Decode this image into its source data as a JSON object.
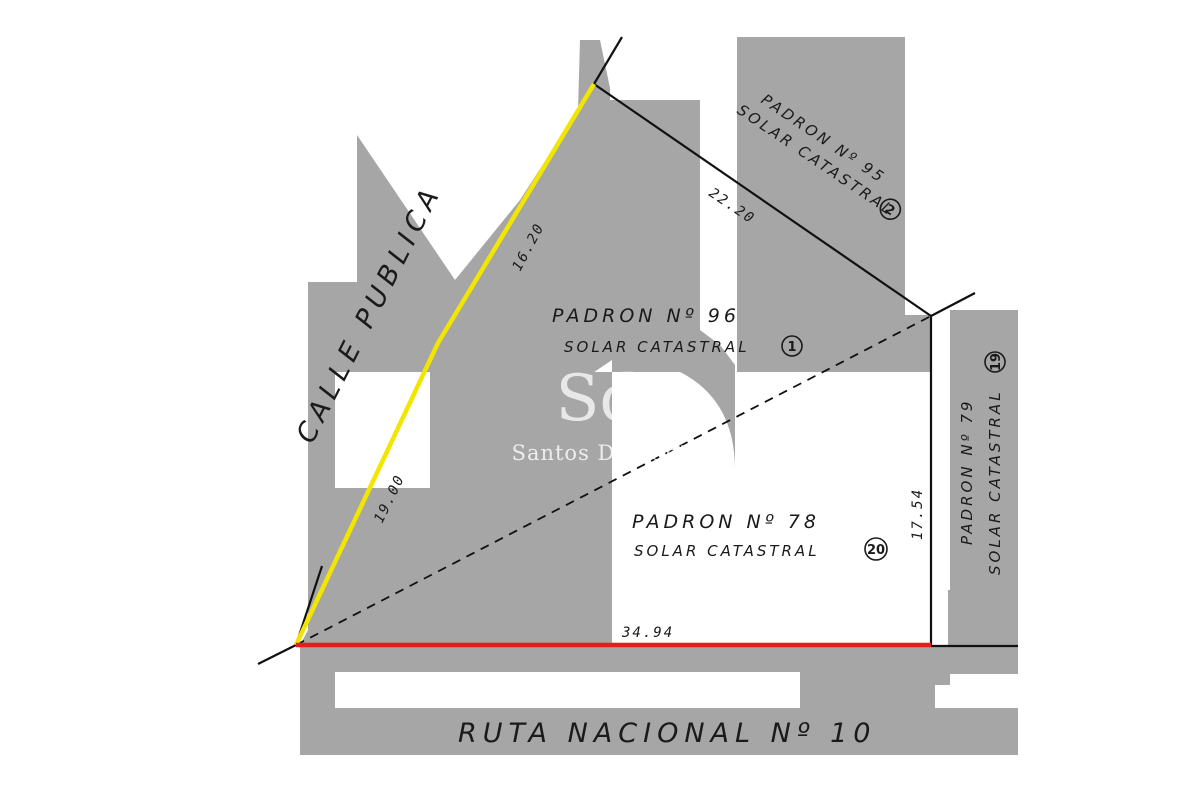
{
  "street_top": "CALLE PUBLICA",
  "street_bottom": "RUTA NACIONAL Nº 10",
  "parcels": [
    {
      "padron": "PADRON Nº 96",
      "solar": "SOLAR CATASTRAL",
      "solar_num": "1"
    },
    {
      "padron": "PADRON Nº 78",
      "solar": "SOLAR CATASTRAL",
      "solar_num": "20"
    },
    {
      "padron": "PADRON Nº 95",
      "solar": "SOLAR CATASTRAL",
      "solar_num": "2"
    },
    {
      "padron": "PADRON Nº 79",
      "solar": "SOLAR CATASTRAL",
      "solar_num": "19"
    }
  ],
  "dimensions": {
    "upper_left_edge": "16.20",
    "lower_left_edge": "19.00",
    "top_edge": "22.20",
    "right_edge": "17.54",
    "bottom_edge": "34.94"
  },
  "watermark": {
    "monogram": "Sd",
    "name": "Santos Dumont"
  },
  "colors": {
    "block_gray": "#a6a6a6",
    "left_boundary_highlight": "#f2e600",
    "front_boundary_highlight": "#e0201a",
    "line": "#111111"
  }
}
